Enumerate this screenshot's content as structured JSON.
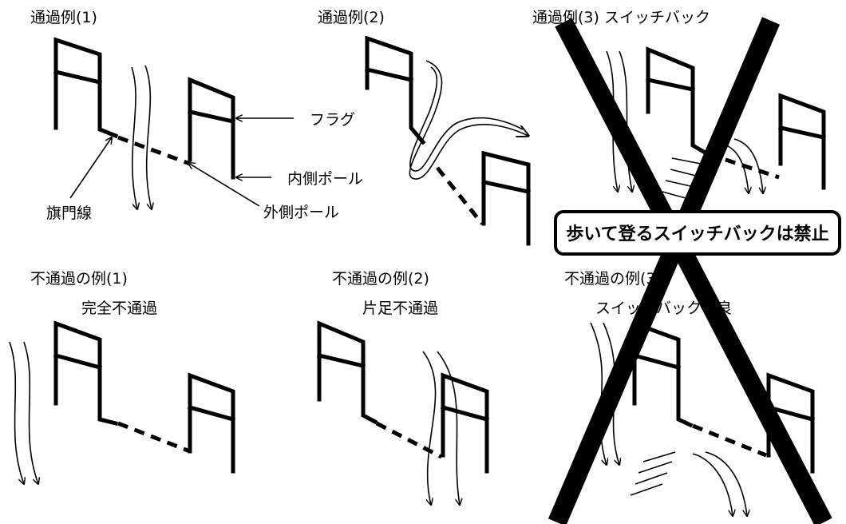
{
  "panels": {
    "pass1": {
      "title": "通過例(1)"
    },
    "pass2": {
      "title": "通過例(2)"
    },
    "pass3": {
      "title": "通過例(3)  スイッチバック"
    },
    "fail1": {
      "title": "不通過の例(1)",
      "subtitle": "完全不通過"
    },
    "fail2": {
      "title": "不通過の例(2)",
      "subtitle": "片足不通過"
    },
    "fail3": {
      "title": "不通過の例(3)",
      "subtitle": "スイッチバック不良"
    }
  },
  "callouts": {
    "flag": "フラグ",
    "inner_pole": "内側ポール",
    "outer_pole": "外側ポール",
    "gate_line": "旗門線"
  },
  "banner": {
    "text": "歩いて登るスイッチバックは禁止"
  },
  "icons": {
    "cross": "x-mark-icon"
  },
  "colors": {
    "ink": "#000000",
    "background": "#ffffff"
  }
}
